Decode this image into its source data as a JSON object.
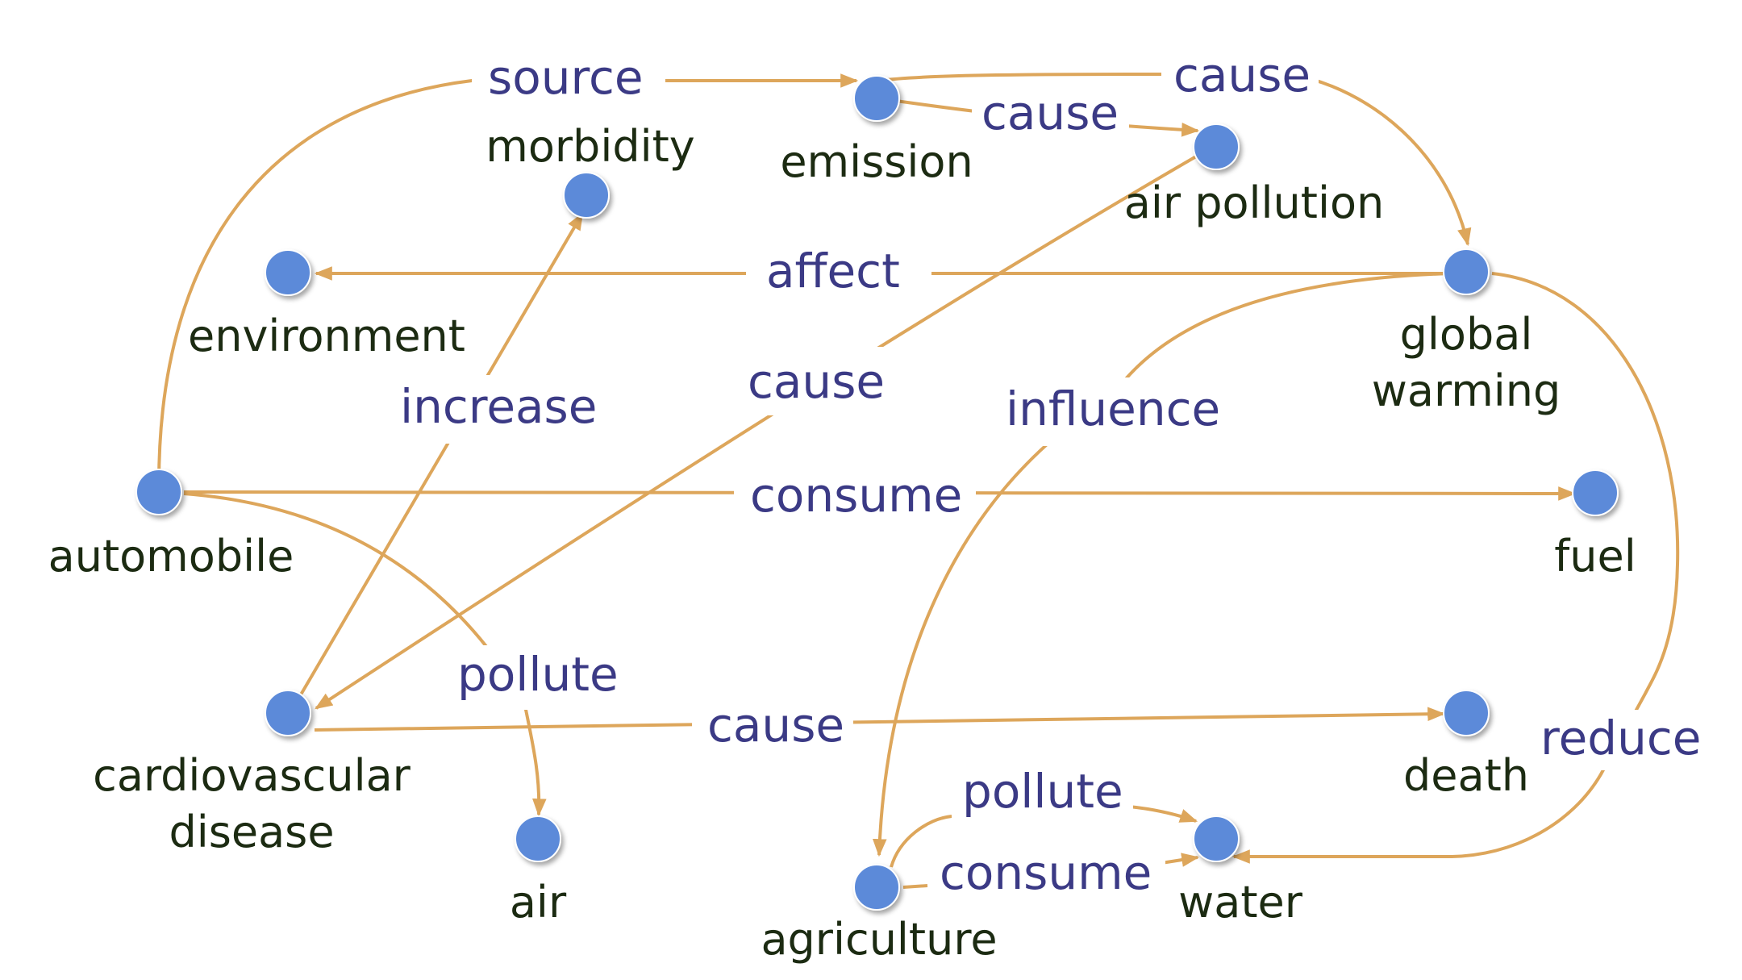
{
  "colors": {
    "node_fill": "#5B8AD9",
    "edge_stroke": "#DDA65B",
    "node_label_text": "#1C2B12",
    "relation_label_text": "#3B3A85",
    "background": "#FFFFFF"
  },
  "nodes": {
    "automobile": "automobile",
    "emission": "emission",
    "morbidity": "morbidity",
    "air_pollution": "air pollution",
    "environment": "environment",
    "global_warming_line1": "global",
    "global_warming_line2": "warming",
    "fuel": "fuel",
    "cardiovascular_disease_line1": "cardiovascular",
    "cardiovascular_disease_line2": "disease",
    "death": "death",
    "air": "air",
    "agriculture": "agriculture",
    "water": "water"
  },
  "edges": {
    "automobile_source_emission": "source",
    "emission_cause_global_warming": "cause",
    "emission_cause_air_pollution": "cause",
    "global_warming_affect_environment": "affect",
    "air_pollution_cause_cardiovascular": "cause",
    "cardiovascular_increase_morbidity": "increase",
    "global_warming_influence_agriculture": "influence",
    "automobile_consume_fuel": "consume",
    "automobile_pollute_air": "pollute",
    "cardiovascular_cause_death": "cause",
    "global_warming_reduce_water": "reduce",
    "agriculture_pollute_water": "pollute",
    "agriculture_consume_water": "consume"
  }
}
